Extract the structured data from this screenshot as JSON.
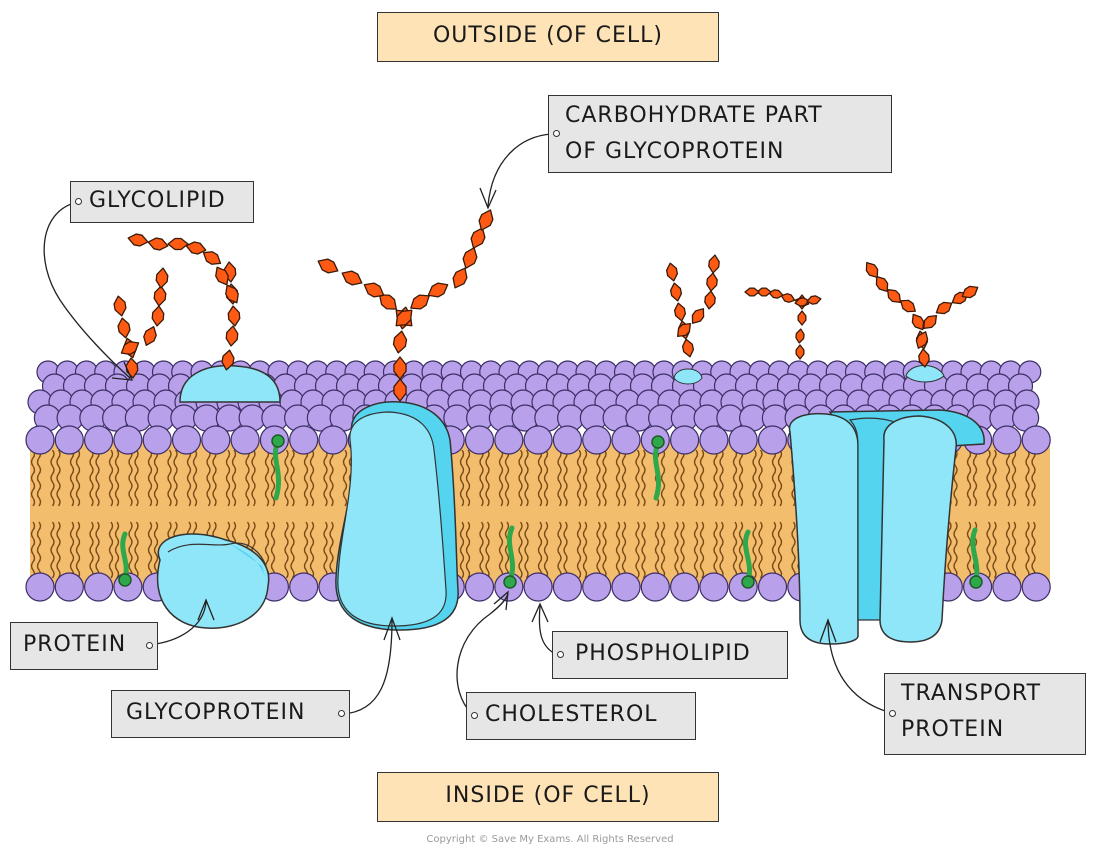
{
  "labels": {
    "outside": "OUTSIDE (OF CELL)",
    "inside": "INSIDE (OF CELL)",
    "carbohydrate_line1": "CARBOHYDRATE PART",
    "carbohydrate_line2": "OF GLYCOPROTEIN",
    "glycolipid": "GLYCOLIPID",
    "protein": "PROTEIN",
    "glycoprotein": "GLYCOPROTEIN",
    "cholesterol": "CHOLESTEROL",
    "phospholipid": "PHOSPHOLIPID",
    "transport_line1": "TRANSPORT",
    "transport_line2": "PROTEIN"
  },
  "copyright": "Copyright © Save My Exams. All Rights Reserved",
  "colors": {
    "phospholipid_head": "#b8a1ea",
    "tail_region": "#f3bd6e",
    "tail_stroke": "#7a4a17",
    "protein": "#8fe6f8",
    "protein_dark": "#55d4f0",
    "carbohydrate": "#ff5a14",
    "cholesterol": "#2ea84a",
    "label_gray": "#e6e6e6",
    "label_cream": "#fde3b6"
  }
}
